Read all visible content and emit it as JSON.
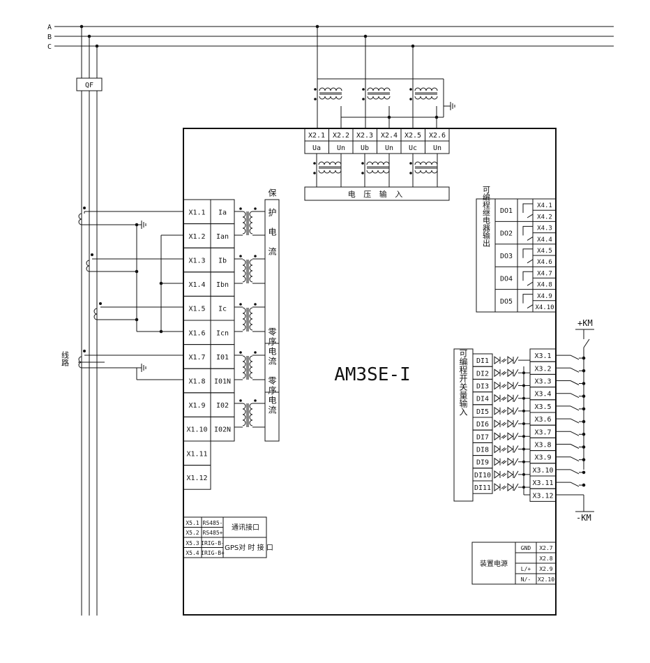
{
  "phases": [
    "A",
    "B",
    "C"
  ],
  "breaker_label": "QF",
  "line_label": "线路",
  "device_title": "AM3SE-I",
  "voltage_terminals": [
    {
      "terminal": "X2.1",
      "signal": "Ua"
    },
    {
      "terminal": "X2.2",
      "signal": "Un"
    },
    {
      "terminal": "X2.3",
      "signal": "Ub"
    },
    {
      "terminal": "X2.4",
      "signal": "Un"
    },
    {
      "terminal": "X2.5",
      "signal": "Uc"
    },
    {
      "terminal": "X2.6",
      "signal": "Un"
    }
  ],
  "voltage_input_label": "电 压 输 入",
  "current_terminals": [
    {
      "terminal": "X1.1",
      "signal": "Ia"
    },
    {
      "terminal": "X1.2",
      "signal": "Ian"
    },
    {
      "terminal": "X1.3",
      "signal": "Ib"
    },
    {
      "terminal": "X1.4",
      "signal": "Ibn"
    },
    {
      "terminal": "X1.5",
      "signal": "Ic"
    },
    {
      "terminal": "X1.6",
      "signal": "Icn"
    },
    {
      "terminal": "X1.7",
      "signal": "I01"
    },
    {
      "terminal": "X1.8",
      "signal": "I01N"
    },
    {
      "terminal": "X1.9",
      "signal": "I02"
    },
    {
      "terminal": "X1.10",
      "signal": "I02N"
    },
    {
      "terminal": "X1.11",
      "signal": ""
    },
    {
      "terminal": "X1.12",
      "signal": ""
    }
  ],
  "protection_current_label": "保护电流",
  "zero_seq_label_1": "零序电流",
  "zero_seq_label_2": "零序电流",
  "relay_outputs_label": "可编程继电器输出",
  "relay_outputs": [
    {
      "name": "DO1",
      "terminals": [
        "X4.1",
        "X4.2"
      ]
    },
    {
      "name": "DO2",
      "terminals": [
        "X4.3",
        "X4.4"
      ]
    },
    {
      "name": "DO3",
      "terminals": [
        "X4.5",
        "X4.6"
      ]
    },
    {
      "name": "DO4",
      "terminals": [
        "X4.7",
        "X4.8"
      ]
    },
    {
      "name": "DO5",
      "terminals": [
        "X4.9",
        "X4.10"
      ]
    }
  ],
  "digital_inputs_label": "可编程开关量输入",
  "digital_inputs": [
    "DI1",
    "DI2",
    "DI3",
    "DI4",
    "DI5",
    "DI6",
    "DI7",
    "DI8",
    "DI9",
    "DI10",
    "DI11"
  ],
  "di_terminals": [
    "X3.1",
    "X3.2",
    "X3.3",
    "X3.4",
    "X3.5",
    "X3.6",
    "X3.7",
    "X3.8",
    "X3.9",
    "X3.10",
    "X3.11",
    "X3.12"
  ],
  "km_plus": "+KM",
  "km_minus": "-KM",
  "comm": {
    "rows": [
      {
        "terminal": "X5.1",
        "signal": "RS485-"
      },
      {
        "terminal": "X5.2",
        "signal": "RS485+"
      },
      {
        "terminal": "X5.3",
        "signal": "IRIG-B-"
      },
      {
        "terminal": "X5.4",
        "signal": "IRIG-B+"
      }
    ],
    "comm_label": "通讯接口",
    "gps_label": "GPS对 时 接 口"
  },
  "power": {
    "label": "装置电源",
    "rows": [
      {
        "signal": "GND",
        "terminal": "X2.7"
      },
      {
        "signal": "",
        "terminal": "X2.8"
      },
      {
        "signal": "L/+",
        "terminal": "X2.9"
      },
      {
        "signal": "N/-",
        "terminal": "X2.10"
      }
    ]
  }
}
